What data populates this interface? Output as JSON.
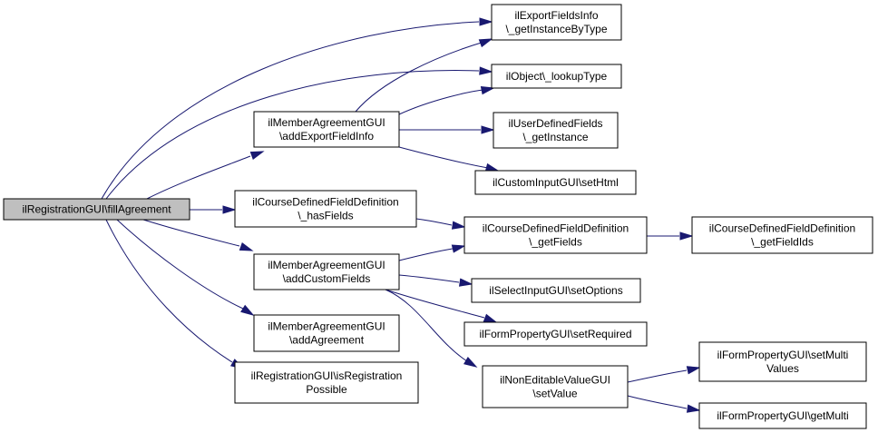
{
  "colors": {
    "root_fill": "#bfbfbf",
    "node_fill": "#ffffff",
    "node_stroke": "#000000",
    "edge": "#191970"
  },
  "nodes": {
    "root": [
      "ilRegistrationGUI\\fillAgreement"
    ],
    "export_getinstancebytype": [
      "ilExportFieldsInfo",
      "\\_getInstanceByType"
    ],
    "object_lookuptype": [
      "ilObject\\_lookupType"
    ],
    "mag_addexportfieldinfo": [
      "ilMemberAgreementGUI",
      "\\addExportFieldInfo"
    ],
    "udf_getinstance": [
      "ilUserDefinedFields",
      "\\_getInstance"
    ],
    "custominput_sethtml": [
      "ilCustomInputGUI\\setHtml"
    ],
    "cdfd_hasfields": [
      "ilCourseDefinedFieldDefinition",
      "\\_hasFields"
    ],
    "cdfd_getfields": [
      "ilCourseDefinedFieldDefinition",
      "\\_getFields"
    ],
    "cdfd_getfieldids": [
      "ilCourseDefinedFieldDefinition",
      "\\_getFieldIds"
    ],
    "mag_addcustomfields": [
      "ilMemberAgreementGUI",
      "\\addCustomFields"
    ],
    "selectinput_setoptions": [
      "ilSelectInputGUI\\setOptions"
    ],
    "formprop_setrequired": [
      "ilFormPropertyGUI\\setRequired"
    ],
    "mag_addagreement": [
      "ilMemberAgreementGUI",
      "\\addAgreement"
    ],
    "noneditable_setvalue": [
      "ilNonEditableValueGUI",
      "\\setValue"
    ],
    "formprop_setmultivalues": [
      "ilFormPropertyGUI\\setMulti",
      "Values"
    ],
    "formprop_getmulti": [
      "ilFormPropertyGUI\\getMulti"
    ],
    "reg_isregistrationpossible": [
      "ilRegistrationGUI\\isRegistration",
      "Possible"
    ]
  },
  "edges": [
    [
      "root",
      "export_getinstancebytype"
    ],
    [
      "root",
      "object_lookuptype"
    ],
    [
      "root",
      "mag_addexportfieldinfo"
    ],
    [
      "root",
      "cdfd_hasfields"
    ],
    [
      "root",
      "mag_addcustomfields"
    ],
    [
      "root",
      "mag_addagreement"
    ],
    [
      "root",
      "reg_isregistrationpossible"
    ],
    [
      "mag_addexportfieldinfo",
      "export_getinstancebytype"
    ],
    [
      "mag_addexportfieldinfo",
      "object_lookuptype"
    ],
    [
      "mag_addexportfieldinfo",
      "udf_getinstance"
    ],
    [
      "mag_addexportfieldinfo",
      "custominput_sethtml"
    ],
    [
      "cdfd_hasfields",
      "cdfd_getfields"
    ],
    [
      "cdfd_getfields",
      "cdfd_getfieldids"
    ],
    [
      "mag_addcustomfields",
      "cdfd_getfields"
    ],
    [
      "mag_addcustomfields",
      "selectinput_setoptions"
    ],
    [
      "mag_addcustomfields",
      "formprop_setrequired"
    ],
    [
      "mag_addcustomfields",
      "noneditable_setvalue"
    ],
    [
      "noneditable_setvalue",
      "formprop_setmultivalues"
    ],
    [
      "noneditable_setvalue",
      "formprop_getmulti"
    ]
  ]
}
